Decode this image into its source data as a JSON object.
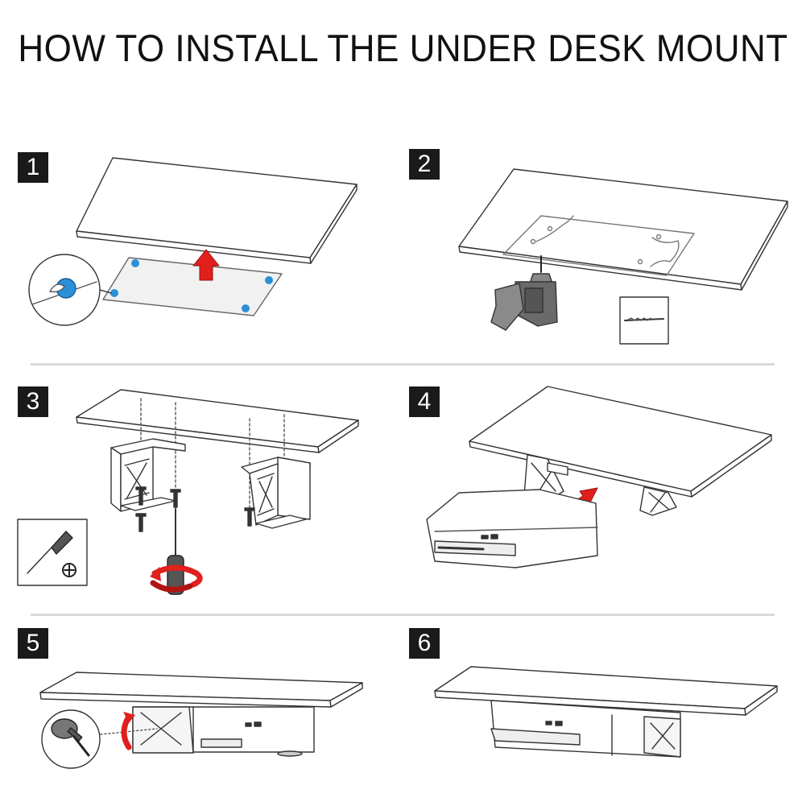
{
  "title": "HOW TO INSTALL THE UNDER DESK MOUNT",
  "steps": [
    {
      "number": "1"
    },
    {
      "number": "2"
    },
    {
      "number": "3"
    },
    {
      "number": "4"
    },
    {
      "number": "5"
    },
    {
      "number": "6"
    }
  ],
  "colors": {
    "arrow_red": "#e0201c",
    "dot_blue": "#2b8fd6",
    "badge_bg": "#1a1a1a",
    "divider": "#d9d9d9"
  },
  "icons": [
    "up-arrow-icon",
    "drill-icon",
    "drill-bit-icon",
    "screwdriver-icon",
    "phillips-symbol-icon",
    "rotate-arrow-icon",
    "thumb-screw-icon",
    "console-icon"
  ]
}
